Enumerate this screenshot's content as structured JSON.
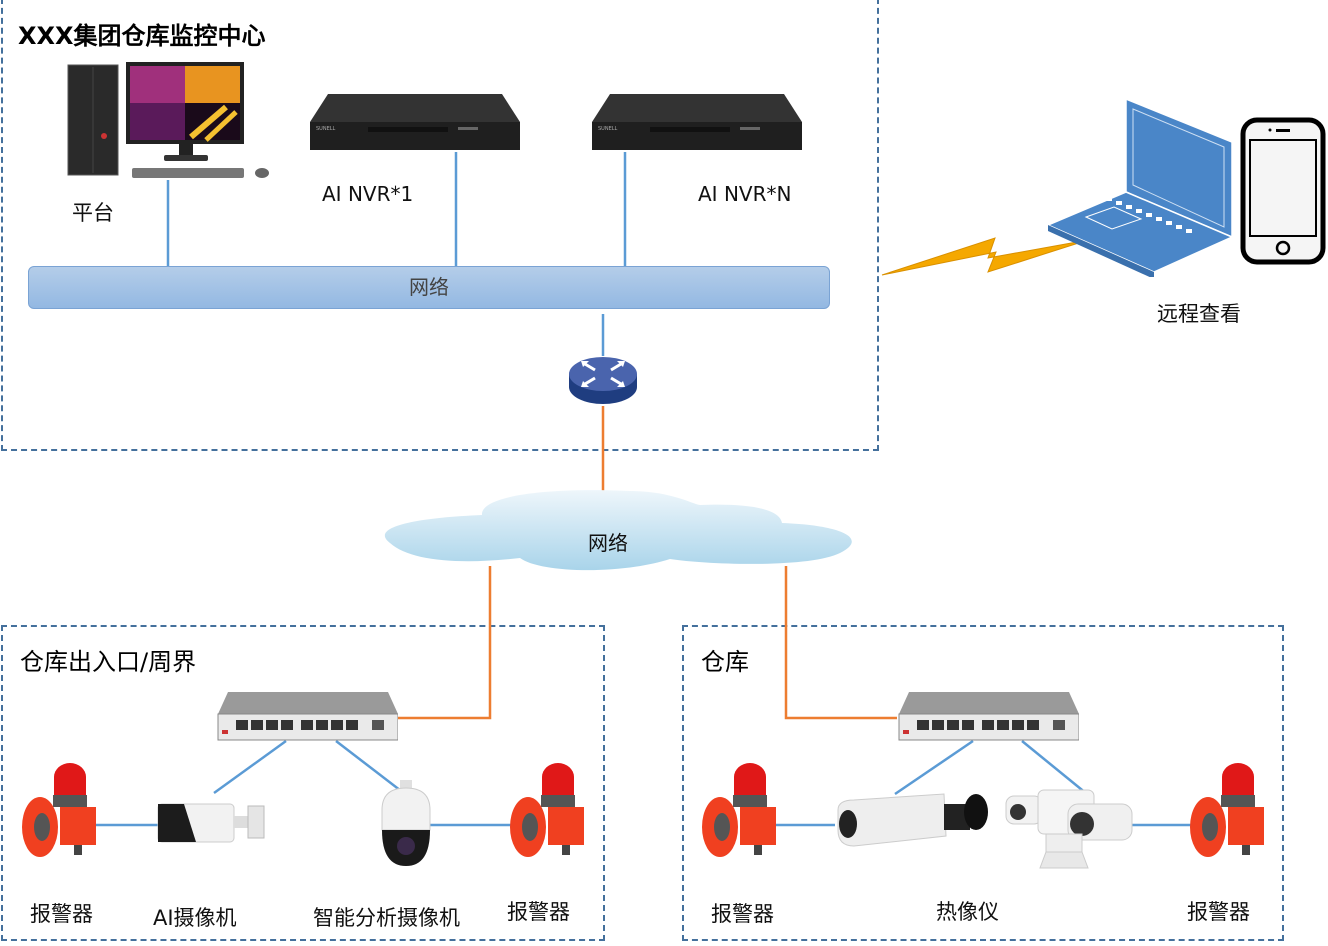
{
  "zones": {
    "center": {
      "title": "XXX集团仓库监控中心"
    },
    "entrance": {
      "title": "仓库出入口/周界"
    },
    "warehouse": {
      "title": "仓库"
    }
  },
  "center": {
    "platform_label": "平台",
    "nvr1_label": "AI NVR*1",
    "nvrn_label": "AI NVR*N",
    "lan_label": "网络"
  },
  "remote": {
    "label": "远程查看"
  },
  "cloud": {
    "label": "网络"
  },
  "entrance": {
    "alarm_left_label": "报警器",
    "ai_camera_label": "AI摄像机",
    "smart_camera_label": "智能分析摄像机",
    "alarm_right_label": "报警器"
  },
  "warehouse": {
    "alarm_left_label": "报警器",
    "thermal_label": "热像仪",
    "alarm_right_label": "报警器"
  },
  "colors": {
    "zone_border": "#44709c",
    "lan_link": "#5b9bd5",
    "wan_link": "#ed7d31",
    "wireless": "#f5a800"
  }
}
